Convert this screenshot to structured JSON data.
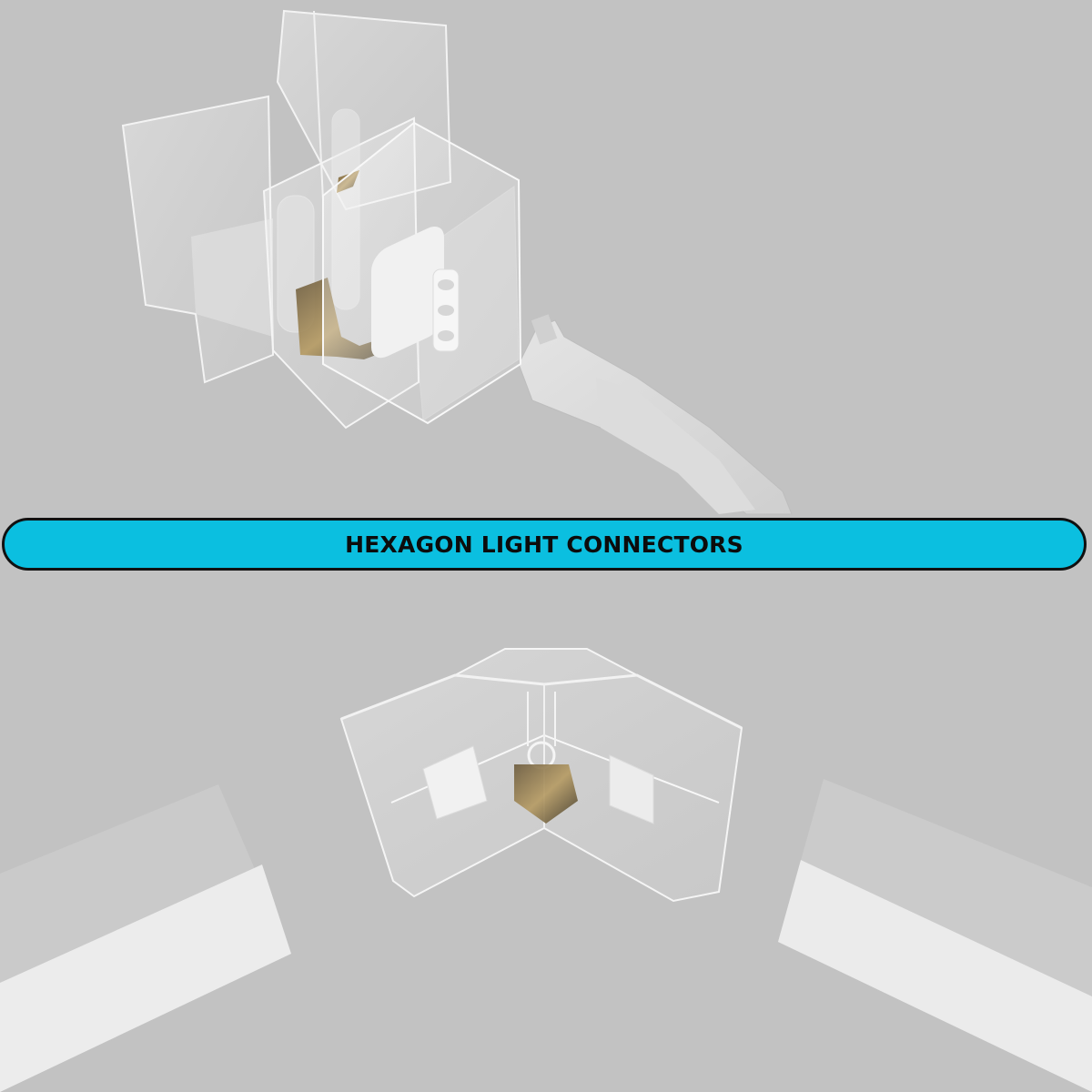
{
  "banner": {
    "title": "HEXAGON LIGHT CONNECTORS",
    "background_color": "#0bbfe0",
    "border_color": "#111111"
  },
  "scene": {
    "background_color": "#c2c2c2",
    "top_render": "transparent-y-connector-with-plug",
    "bottom_render": "transparent-corner-connector-between-panels"
  }
}
